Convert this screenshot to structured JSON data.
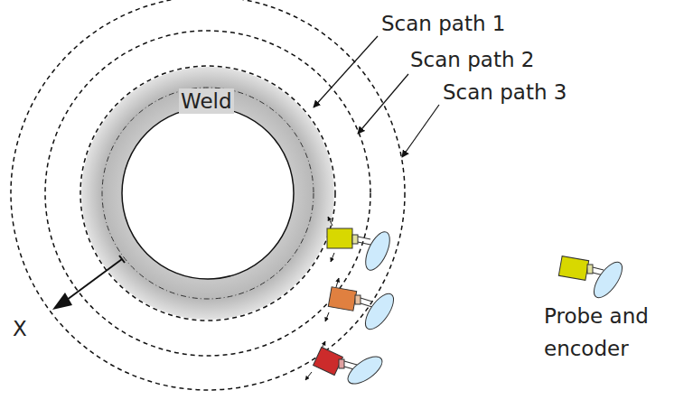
{
  "diagram": {
    "labels": [
      "Weld",
      "Scan path 1",
      "Scan path 2",
      "Scan path 3",
      "X"
    ],
    "legend": [
      {
        "text": "Probe and encoder"
      }
    ]
  }
}
